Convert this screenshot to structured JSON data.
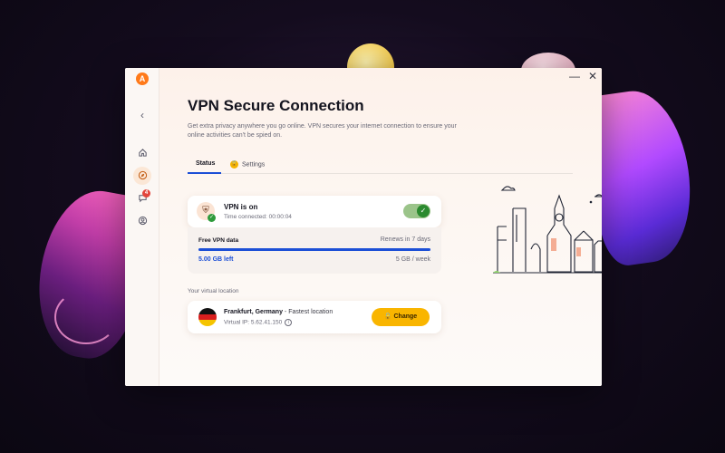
{
  "window": {
    "title": "VPN Secure Connection",
    "description": "Get extra privacy anywhere you go online. VPN secures your internet connection to ensure your online activities can't be spied on.",
    "controls": {
      "minimize": "—",
      "close": "✕"
    }
  },
  "sidebar": {
    "logo": "A",
    "back": "‹",
    "badge_count": "4",
    "icons": [
      "home-icon",
      "compass-icon",
      "chat-icon",
      "user-icon"
    ]
  },
  "tabs": [
    {
      "label": "Status",
      "active": true
    },
    {
      "label": "Settings",
      "active": false,
      "locked": true
    }
  ],
  "vpn": {
    "state_label": "VPN is on",
    "time_connected": "Time connected: 00:00:04",
    "toggle_on": true
  },
  "data": {
    "title": "Free VPN data",
    "renews": "Renews in 7 days",
    "left": "5.00 GB left",
    "quota": "5 GB / week",
    "used_fraction": 1.0
  },
  "location": {
    "section_label": "Your virtual location",
    "name": "Frankfurt, Germany",
    "name_suffix": " - Fastest location",
    "ip": "Virtual IP: 5.62.41.150",
    "change_label": "Change"
  },
  "colors": {
    "accent": "#1c4fd6",
    "brand": "#ff7a1a",
    "button": "#f9b500",
    "success": "#2b8a2f"
  }
}
